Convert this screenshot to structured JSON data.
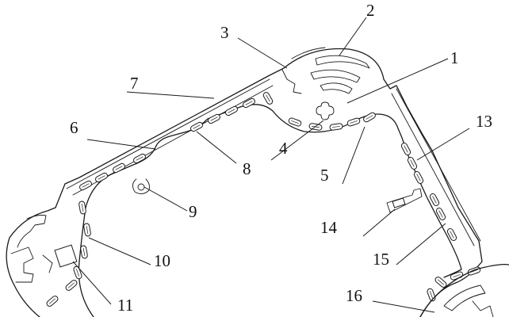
{
  "figure": {
    "labels": [
      {
        "id": "1",
        "text": "1"
      },
      {
        "id": "2",
        "text": "2"
      },
      {
        "id": "3",
        "text": "3"
      },
      {
        "id": "4",
        "text": "4"
      },
      {
        "id": "5",
        "text": "5"
      },
      {
        "id": "6",
        "text": "6"
      },
      {
        "id": "7",
        "text": "7"
      },
      {
        "id": "8",
        "text": "8"
      },
      {
        "id": "9",
        "text": "9"
      },
      {
        "id": "10",
        "text": "10"
      },
      {
        "id": "11",
        "text": "11"
      },
      {
        "id": "13",
        "text": "13"
      },
      {
        "id": "14",
        "text": "14"
      },
      {
        "id": "15",
        "text": "15"
      },
      {
        "id": "16",
        "text": "16"
      }
    ]
  }
}
